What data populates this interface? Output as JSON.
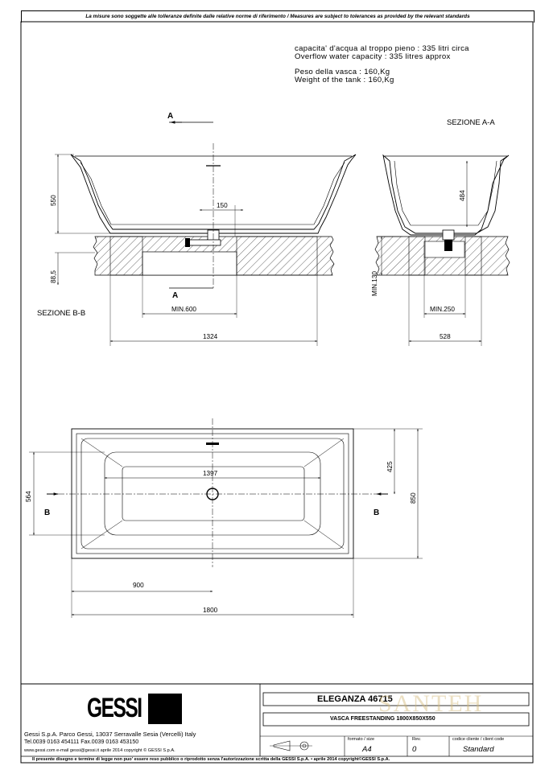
{
  "header_note": "La misure sono soggette alle tolleranze definite dalle relative norme di riferimento / Measures are subject to tolerances as provided by the relevant standards",
  "specs": {
    "capacity_it": "capacita' d'acqua al troppo pieno : 335 litri circa",
    "capacity_en": "Overflow water capacity : 335 litres approx",
    "weight_it": "Peso della vasca : 160,Kg",
    "weight_en": "Weight of the tank : 160,Kg"
  },
  "sections": {
    "aa_label": "SEZIONE A-A",
    "bb_label": "SEZIONE B-B",
    "marker_a": "A",
    "marker_b": "B"
  },
  "dimensions": {
    "side_height": "550",
    "side_base": "88,5",
    "side_drain_offset": "150",
    "side_min_support": "MIN.600",
    "side_length": "1324",
    "end_height": "484",
    "end_min_base": "MIN.130",
    "end_min_support": "MIN.250",
    "end_width": "528",
    "plan_inner_length": "1397",
    "plan_half_width": "425",
    "plan_inner_width": "564",
    "plan_width": "850",
    "plan_half_length": "900",
    "plan_length": "1800"
  },
  "title_block": {
    "brand": "GESSI",
    "product_name": "ELEGANZA 46715",
    "product_desc": "VASCA FREESTANDING 1800X850X550",
    "company": "Gessi S.p.A. Parco Gessi, 13037 Serravalle Sesia (Vercelli) Italy",
    "contacts": "Tel.0039 0163 454111 Fax.0039 0163 453150",
    "web": "www.gessi.com e-mail gessi@gessi.it aprile 2014 copyright © GESSI S.p.A.",
    "format_label": "formato / size",
    "format_value": "A4",
    "rev_label": "Rev.",
    "rev_value": "0",
    "client_code_label": "codice cliente / client code",
    "client_code_value": "Standard",
    "footer_note": "Il presente disegno e termine di legge non puo' essere reso pubblico o riprodotto senza l'autorizzazione scritta della GESSI S.p.A. • aprile 2014 copyright©GESSI S.p.A."
  },
  "watermark": "SANTEH"
}
